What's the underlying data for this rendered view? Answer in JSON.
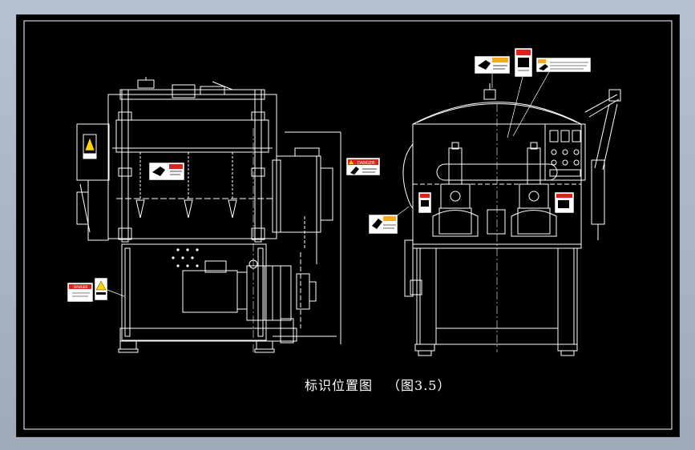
{
  "drawing": {
    "caption_title": "标识位置图",
    "caption_ref": "（图3.5）",
    "labels": {
      "danger_word": "DANGER"
    },
    "colors": {
      "background": "#000000",
      "line": "#ffffff",
      "danger_red": "#e0201b",
      "warning_orange": "#f5a623",
      "warning_yellow": "#ffd400"
    }
  }
}
